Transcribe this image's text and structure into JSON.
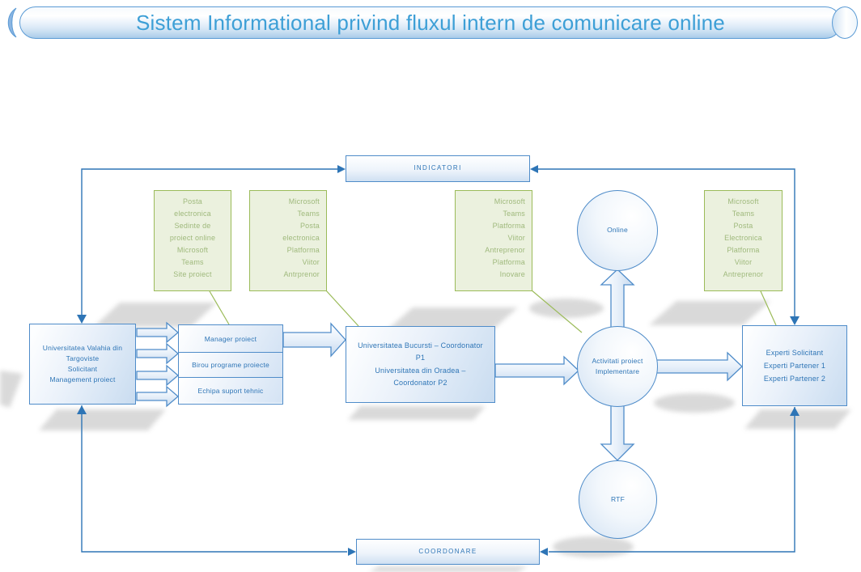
{
  "title": "Sistem Informational privind fluxul intern de comunicare online",
  "labels": {
    "indicatori": "INDICATORI",
    "coordonare": "COORDONARE"
  },
  "notes": [
    {
      "text": "Posta\nelectronica\nSedinte de\nproiect online\nMicrosoft\nTeams\nSite proiect"
    },
    {
      "text": "Microsoft\nTeams\nPosta\nelectronica\nPlatforma\nViitor\nAntrprenor"
    },
    {
      "text": "Microsoft\nTeams\nPlatforma\nViitor\nAntreprenor\nPlatforma\nInovare"
    },
    {
      "text": "Microsoft\nTeams\nPosta\nElectronica\nPlatforma\nViitor\nAntreprenor"
    }
  ],
  "nodes": {
    "solicitant": {
      "text": "Universitatea Valahia din\nTargoviste\nSolicitant\nManagement proiect"
    },
    "manager": {
      "text": "Manager proiect"
    },
    "birou": {
      "text": "Birou programe proiecte"
    },
    "echipa": {
      "text": "Echipa suport tehnic"
    },
    "coordonatori": {
      "text": "Universitatea Bucursti – Coordonator\nP1\nUniversitatea din Oradea –\nCoordonator P2"
    },
    "activitati": {
      "text": "Activitati proiect\nImplementare"
    },
    "online": {
      "text": "Online"
    },
    "rtf": {
      "text": "RTF"
    },
    "experti": {
      "text": "Experti Solicitant\nExperti Partener 1\nExperti Partener 2"
    }
  },
  "colors": {
    "blue_border": "#4F8CC9",
    "blue_text": "#2E75B6",
    "title_text": "#3D9FD6",
    "connector": "#2E75B6",
    "green_border": "#9BBB59",
    "green_fill": "#EBF1DE",
    "green_text": "#9FB97C"
  }
}
